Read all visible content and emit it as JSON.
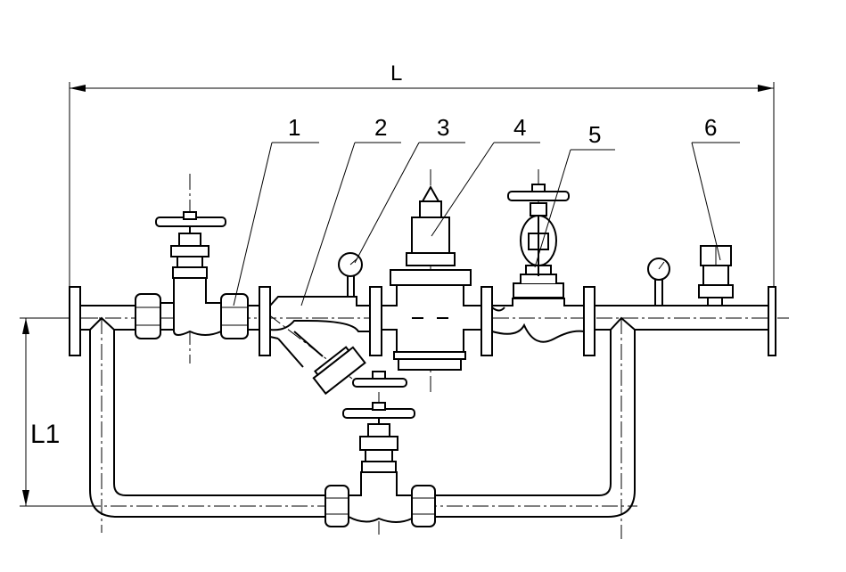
{
  "dimensions": {
    "overall_length": "L",
    "bypass_height": "L1"
  },
  "callouts": [
    {
      "number": "1"
    },
    {
      "number": "2"
    },
    {
      "number": "3"
    },
    {
      "number": "4"
    },
    {
      "number": "5"
    },
    {
      "number": "6"
    }
  ]
}
